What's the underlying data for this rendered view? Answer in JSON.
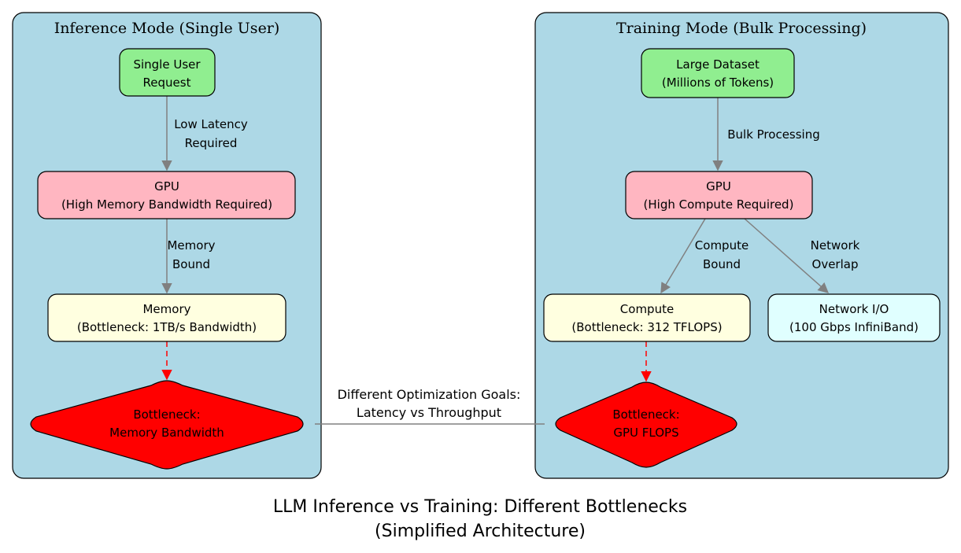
{
  "inference": {
    "cluster_title": "Inference Mode (Single User)",
    "request": [
      "Single User",
      "Request"
    ],
    "edge_request_gpu": [
      "Low Latency",
      "Required"
    ],
    "gpu": [
      "GPU",
      "(High Memory Bandwidth Required)"
    ],
    "edge_gpu_memory": [
      "Memory",
      "Bound"
    ],
    "memory": [
      "Memory",
      "(Bottleneck: 1TB/s Bandwidth)"
    ],
    "bottleneck": [
      "Bottleneck:",
      "Memory Bandwidth"
    ]
  },
  "training": {
    "cluster_title": "Training Mode (Bulk Processing)",
    "dataset": [
      "Large Dataset",
      "(Millions of Tokens)"
    ],
    "edge_dataset_gpu": [
      "Bulk Processing"
    ],
    "gpu": [
      "GPU",
      "(High Compute Required)"
    ],
    "edge_gpu_compute": [
      "Compute",
      "Bound"
    ],
    "edge_gpu_network": [
      "Network",
      "Overlap"
    ],
    "compute": [
      "Compute",
      "(Bottleneck: 312 TFLOPS)"
    ],
    "network": [
      "Network I/O",
      "(100 Gbps InfiniBand)"
    ],
    "bottleneck": [
      "Bottleneck:",
      "GPU FLOPS"
    ]
  },
  "cross_edge": [
    "Different Optimization Goals:",
    "Latency vs Throughput"
  ],
  "caption": [
    "LLM Inference vs Training: Different Bottlenecks",
    "(Simplified Architecture)"
  ],
  "colors": {
    "cluster_fill": "#add8e6",
    "input_node": "#90ee90",
    "gpu_node": "#ffb6c1",
    "resource_node": "#ffffe0",
    "network_node": "#e0ffff",
    "bottleneck_node": "#ff0000",
    "edge": "#808080",
    "dashed_edge": "#ff0000"
  }
}
